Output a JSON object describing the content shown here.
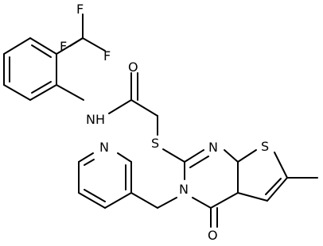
{
  "diagram": {
    "type": "chemical-structure",
    "atom_labels": {
      "F1": "F",
      "F2": "F",
      "F3": "F",
      "O_amide": "O",
      "NH": "NH",
      "S_thioether": "S",
      "N_pyrimidine": "N",
      "S_thiophene": "S",
      "N_ring": "N",
      "N_pyridine": "N",
      "O_carbonyl": "O"
    }
  }
}
